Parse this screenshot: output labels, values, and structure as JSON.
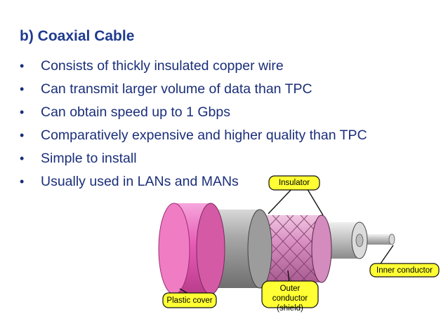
{
  "slide": {
    "title": "b) Coaxial Cable",
    "bullet_marker": "•",
    "bullets": [
      "Consists of thickly insulated copper wire",
      "Can transmit larger volume of data than TPC",
      "Can obtain speed up to 1 Gbps",
      "Comparatively expensive and higher quality than TPC",
      "Simple to install",
      "Usually used in LANs and MANs"
    ]
  },
  "diagram": {
    "labels": {
      "insulator": "Insulator",
      "inner_conductor": "Inner conductor",
      "outer_conductor_line1": "Outer conductor",
      "outer_conductor_line2": "(shield)",
      "plastic_cover": "Plastic cover"
    },
    "colors": {
      "plastic_cover": "#e75bb5",
      "label_fill": "#ffff33",
      "insulator": "#9a9a9a",
      "shield": "#d98fc2",
      "inner_conductor": "#c8c8c8"
    }
  }
}
